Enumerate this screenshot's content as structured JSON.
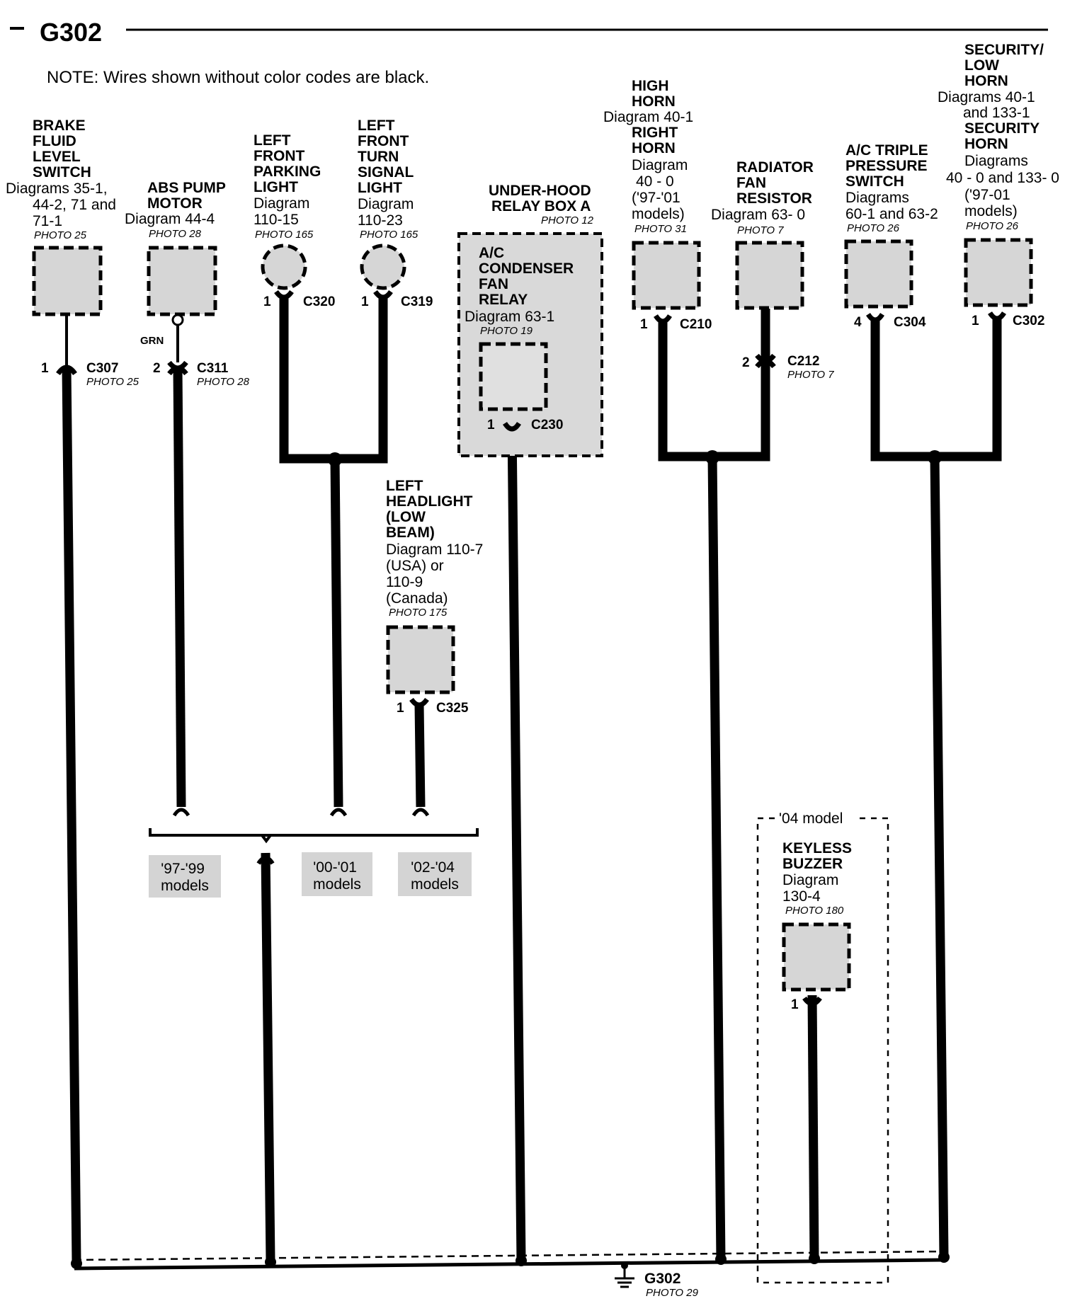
{
  "page": {
    "title": "G302",
    "note": "NOTE: Wires shown without color codes are black."
  },
  "components": {
    "brake": {
      "name": [
        "BRAKE",
        "FLUID",
        "LEVEL",
        "SWITCH"
      ],
      "diagram": [
        "Diagrams 35-1,",
        "44-2, 71 and",
        "71-1"
      ],
      "photo": "PHOTO 25"
    },
    "abs": {
      "name": [
        "ABS PUMP",
        "MOTOR"
      ],
      "diagram": [
        "Diagram 44-4"
      ],
      "photo": "PHOTO 28"
    },
    "parking": {
      "name": [
        "LEFT",
        "FRONT",
        "PARKING",
        "LIGHT"
      ],
      "diagram": [
        "Diagram",
        "110-15"
      ],
      "photo": "PHOTO 165"
    },
    "turn": {
      "name": [
        "LEFT",
        "FRONT",
        "TURN",
        "SIGNAL",
        "LIGHT"
      ],
      "diagram": [
        "Diagram",
        "110-23"
      ],
      "photo": "PHOTO 165"
    },
    "relaybox": {
      "name": [
        "UNDER-HOOD",
        "RELAY BOX A"
      ],
      "photo": "PHOTO 12"
    },
    "acfan": {
      "name": [
        "A/C",
        "CONDENSER",
        "FAN",
        "RELAY"
      ],
      "diagram": [
        "Diagram 63-1"
      ],
      "photo": "PHOTO 19"
    },
    "headlight": {
      "name": [
        "LEFT",
        "HEADLIGHT",
        "(LOW",
        "BEAM)"
      ],
      "diagram": [
        "Diagram 110-7",
        "(USA) or",
        "110-9",
        "(Canada)"
      ],
      "photo": "PHOTO 175"
    },
    "highhorn": {
      "name": [
        "HIGH",
        "HORN"
      ],
      "diagram": [
        "Diagram 40-1"
      ]
    },
    "righthorn": {
      "name": [
        "RIGHT",
        "HORN"
      ],
      "diagram": [
        "Diagram",
        "40 - 0",
        "('97-'01",
        "models)"
      ],
      "photo": "PHOTO 31"
    },
    "radfan": {
      "name": [
        "RADIATOR",
        "FAN",
        "RESISTOR"
      ],
      "diagram": [
        "Diagram 63- 0"
      ],
      "photo": "PHOTO 7"
    },
    "actriple": {
      "name": [
        "A/C TRIPLE",
        "PRESSURE",
        "SWITCH"
      ],
      "diagram": [
        "Diagrams",
        "60-1 and 63-2"
      ],
      "photo": "PHOTO 26"
    },
    "seclow": {
      "name": [
        "SECURITY/",
        "LOW",
        "HORN"
      ],
      "diagram": [
        "Diagrams 40-1",
        "and 133-1"
      ]
    },
    "sechorn": {
      "name": [
        "SECURITY",
        "HORN"
      ],
      "diagram": [
        "Diagrams",
        "40 - 0 and 133- 0",
        "('97-01",
        "models)"
      ],
      "photo": "PHOTO 26"
    },
    "keyless": {
      "name": [
        "KEYLESS",
        "BUZZER"
      ],
      "diagram": [
        "Diagram",
        "130-4"
      ],
      "photo": "PHOTO 180",
      "model_label": "'04 model"
    }
  },
  "connectors": {
    "c307": {
      "pin": "1",
      "id": "C307",
      "photo": "PHOTO 25"
    },
    "c311": {
      "pin": "2",
      "id": "C311",
      "photo": "PHOTO 28",
      "wire_color": "GRN"
    },
    "c320": {
      "pin": "1",
      "id": "C320"
    },
    "c319": {
      "pin": "1",
      "id": "C319"
    },
    "c230": {
      "pin": "1",
      "id": "C230"
    },
    "c325": {
      "pin": "1",
      "id": "C325"
    },
    "c210": {
      "pin": "1",
      "id": "C210"
    },
    "c212": {
      "pin": "2",
      "id": "C212",
      "photo": "PHOTO 7"
    },
    "c304": {
      "pin": "4",
      "id": "C304"
    },
    "c302": {
      "pin": "1",
      "id": "C302"
    },
    "keyless": {
      "pin": "1"
    }
  },
  "model_tags": [
    "'97-'99 models",
    "'00-'01 models",
    "'02-'04 models"
  ],
  "ground": {
    "id": "G302",
    "photo": "PHOTO 29"
  }
}
